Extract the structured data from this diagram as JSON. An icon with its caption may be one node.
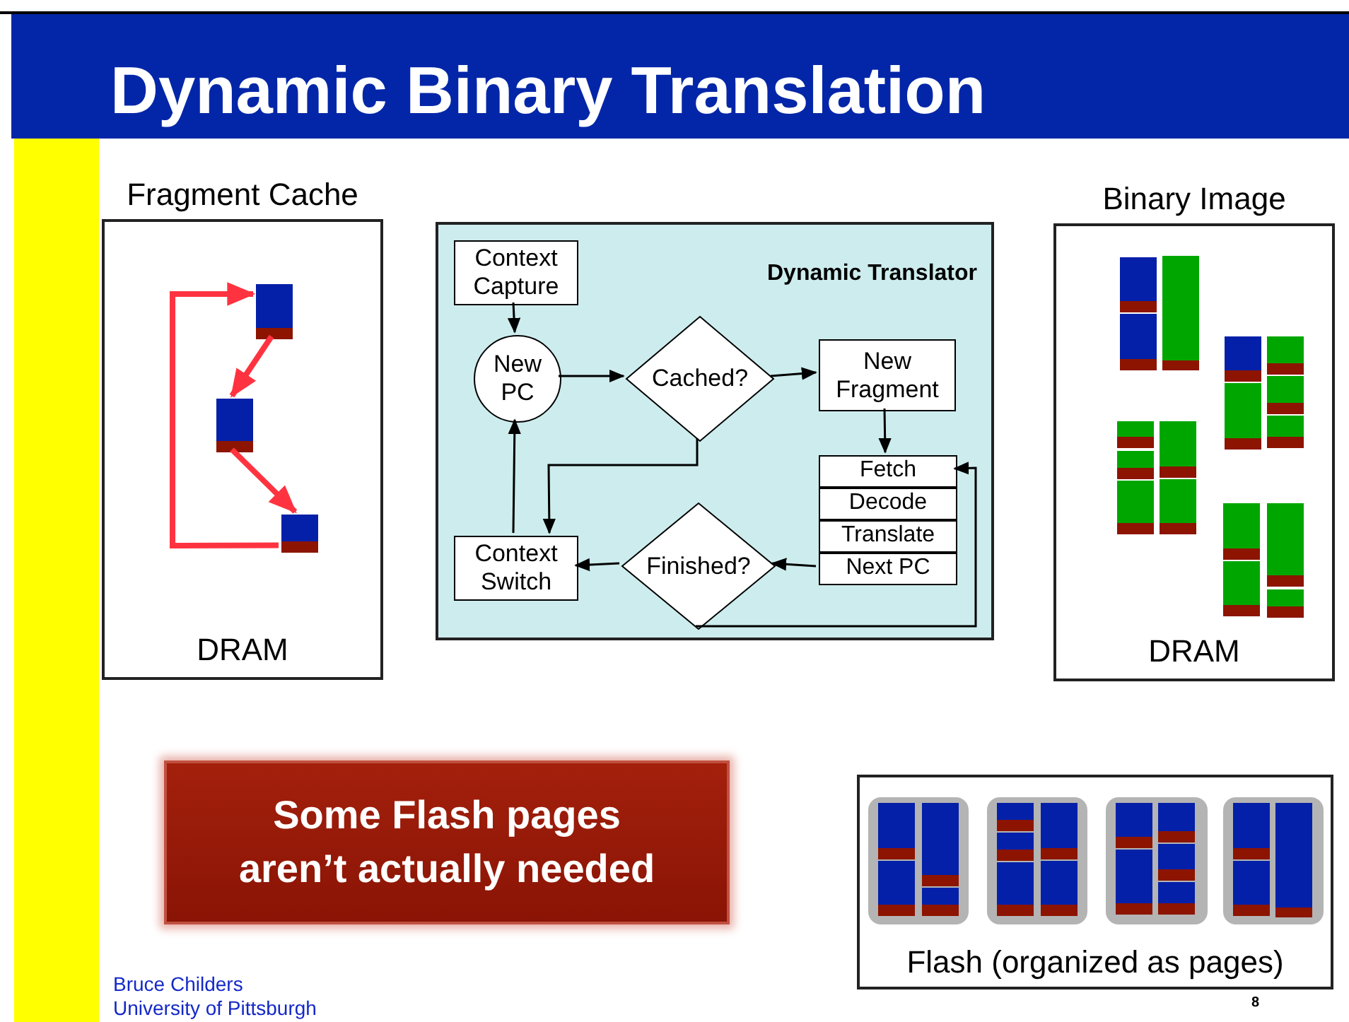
{
  "diagram": {
    "title": "Dynamic Binary Translation",
    "nodes": [
      {
        "text": [
          "Fragment Cache",
          "DRAM"
        ]
      },
      {
        "text": [],
        "shape": "box",
        "in": 0
      },
      {
        "text": [],
        "shape": "box",
        "in": 0
      },
      {
        "text": [],
        "shape": "box",
        "in": 0
      },
      {
        "text": [
          "Dynamic Translator"
        ]
      },
      {
        "text": [
          "Context Capture"
        ],
        "in": 4
      },
      {
        "text": [
          "New PC"
        ],
        "in": 4
      },
      {
        "text": [
          "Cached?"
        ],
        "in": 4
      },
      {
        "text": [
          "New Fragment"
        ],
        "in": 4
      },
      {
        "text": [
          "Fetch"
        ],
        "in": 4
      },
      {
        "text": [
          "Decode"
        ],
        "in": 4
      },
      {
        "text": [
          "Translate"
        ],
        "in": 4
      },
      {
        "text": [
          "Next PC"
        ],
        "in": 4
      },
      {
        "text": [
          "Finished?"
        ],
        "in": 4
      },
      {
        "text": [
          "Context Switch"
        ],
        "in": 4
      },
      {
        "text": [
          "Binary Image",
          "DRAM"
        ]
      },
      {
        "text": [
          "Some Flash pages aren’t actually needed"
        ]
      },
      {
        "text": [
          "Flash (organized as pages)"
        ]
      }
    ],
    "edges": [
      {
        "from": 1,
        "to": 2,
        "arrow": "to",
        "style": "thick",
        "color": "#ff3340"
      },
      {
        "from": 2,
        "to": 3,
        "arrow": "to",
        "style": "thick",
        "color": "#ff3340"
      },
      {
        "from": 3,
        "to": 1,
        "arrow": "to",
        "style": "thick",
        "color": "#ff3340"
      },
      {
        "from": 5,
        "to": 6,
        "arrow": "to"
      },
      {
        "from": 6,
        "to": 7,
        "arrow": "to"
      },
      {
        "from": 7,
        "to": 8,
        "arrow": "to"
      },
      {
        "from": 8,
        "to": 9,
        "arrow": "to"
      },
      {
        "from": 7,
        "to": 14,
        "arrow": "to"
      },
      {
        "from": 12,
        "to": 13,
        "arrow": "to"
      },
      {
        "from": 13,
        "to": 14,
        "arrow": "to"
      },
      {
        "from": 14,
        "to": 6,
        "arrow": "to"
      },
      {
        "from": 13,
        "to": 9,
        "arrow": "to"
      }
    ],
    "labels": [
      "Bruce Childers",
      "University of Pittsburgh",
      "8"
    ]
  }
}
